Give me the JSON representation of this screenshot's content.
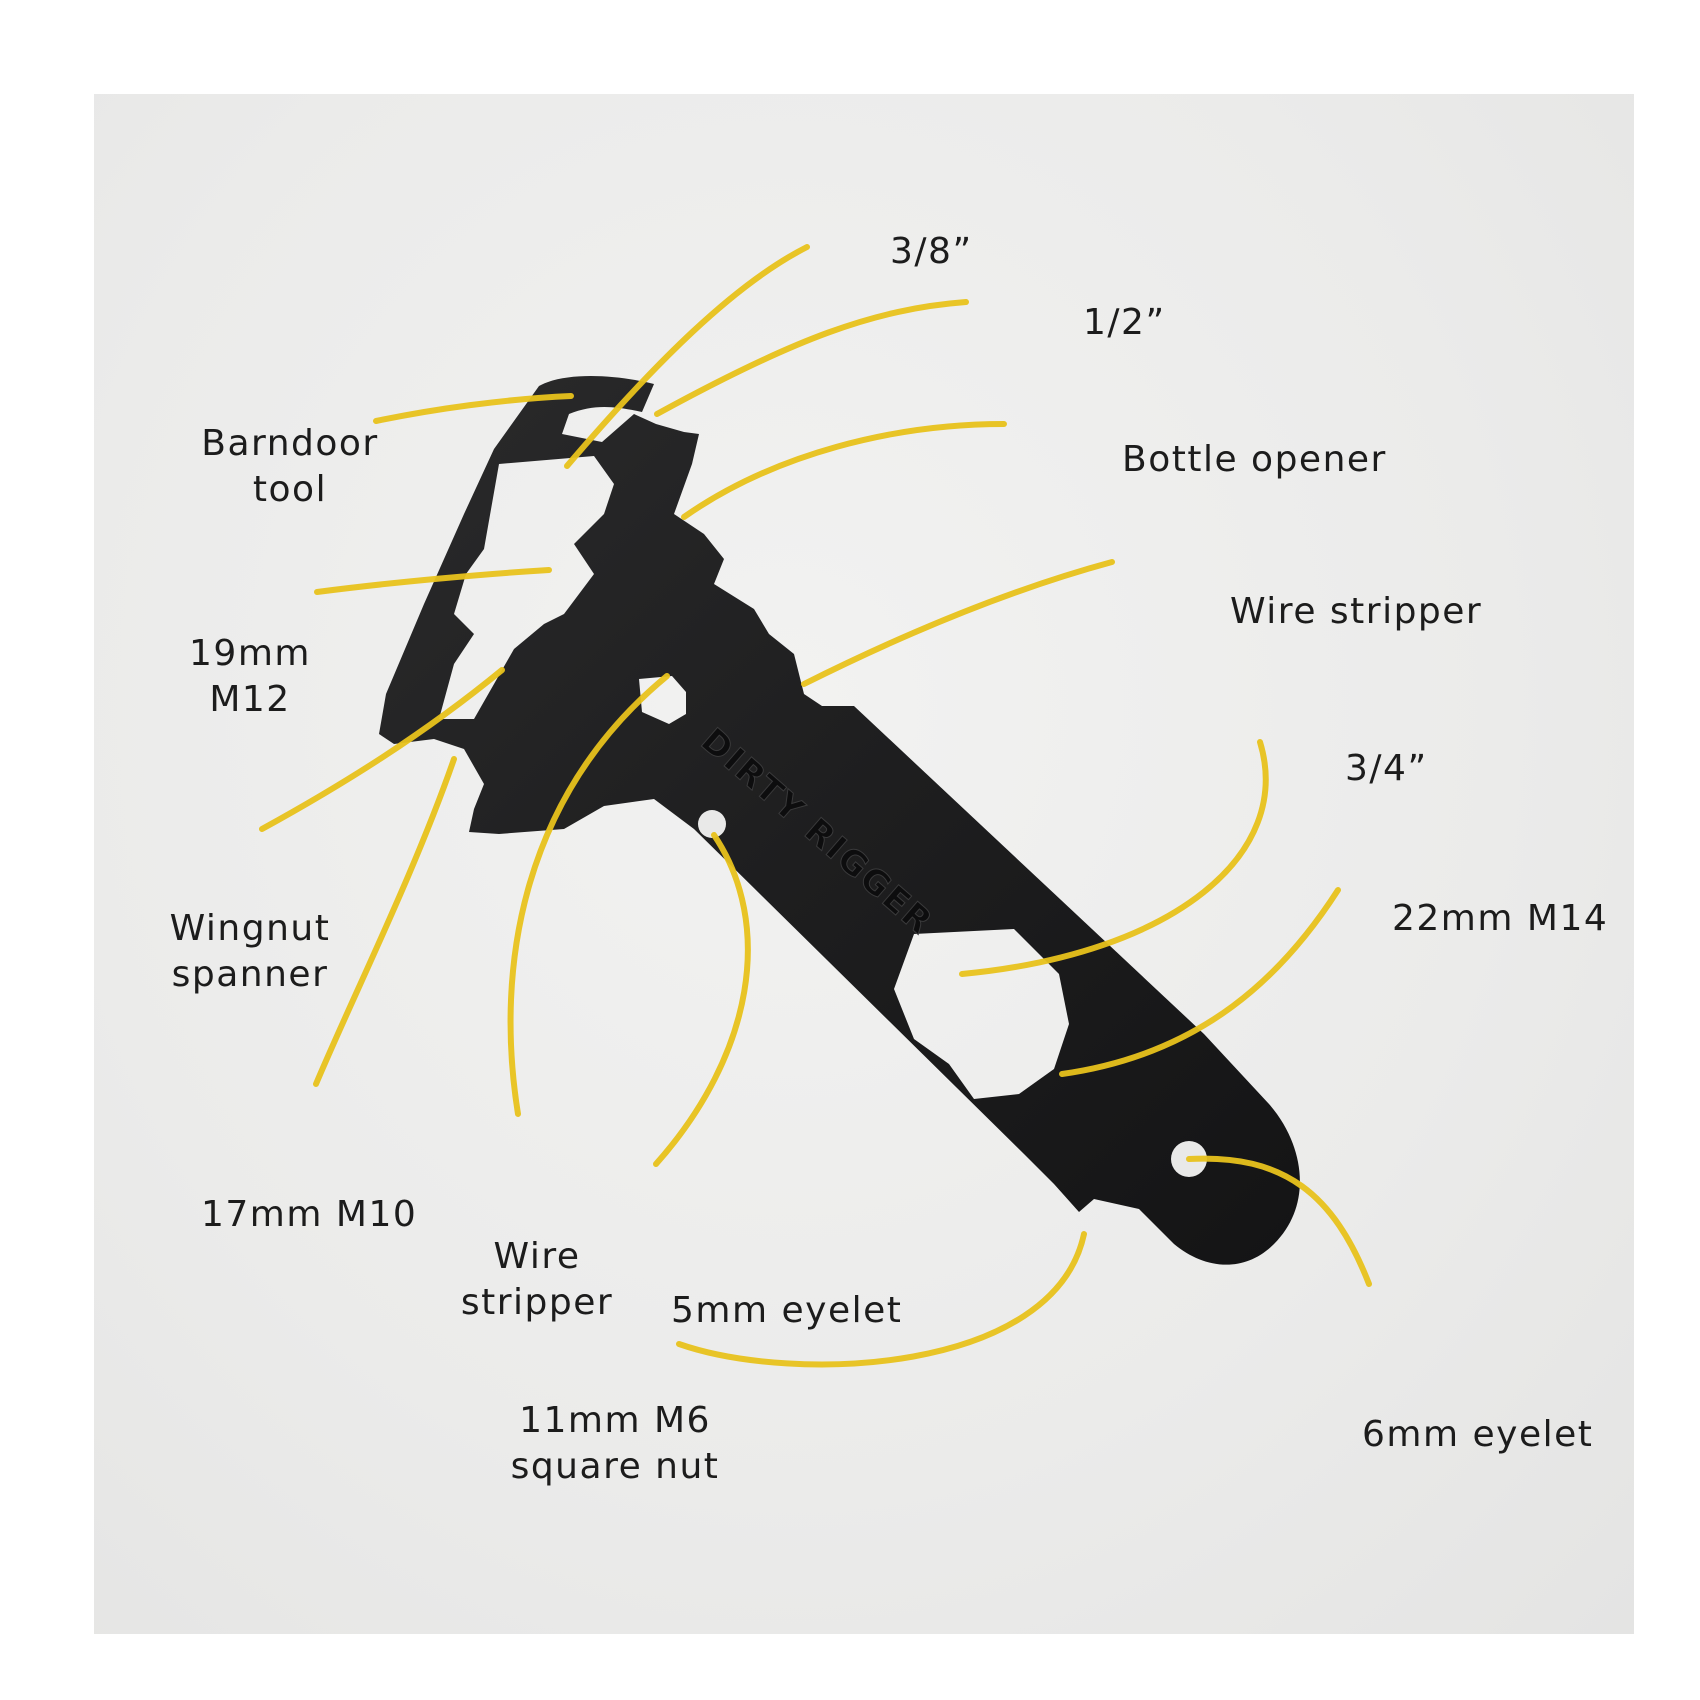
{
  "tool": {
    "logo_text": "DIRTY RIGGER"
  },
  "accent_color": "#e8c21c",
  "tool_color": "#1e1e1f",
  "labels": {
    "three_eighths": "3/8”",
    "half": "1/2”",
    "barndoor_line1": "Barndoor",
    "barndoor_line2": "tool",
    "bottle_opener": "Bottle opener",
    "mm19_line1": "19mm",
    "mm19_line2": "M12",
    "wire_stripper_right": "Wire stripper",
    "three_quarter": "3/4”",
    "wingnut_line1": "Wingnut",
    "wingnut_line2": "spanner",
    "mm22": "22mm M14",
    "mm17": "17mm M10",
    "wire_stripper_line1": "Wire",
    "wire_stripper_line2": "stripper",
    "eyelet5": "5mm eyelet",
    "m6_line1": "11mm M6",
    "m6_line2": "square nut",
    "eyelet6": "6mm eyelet"
  }
}
